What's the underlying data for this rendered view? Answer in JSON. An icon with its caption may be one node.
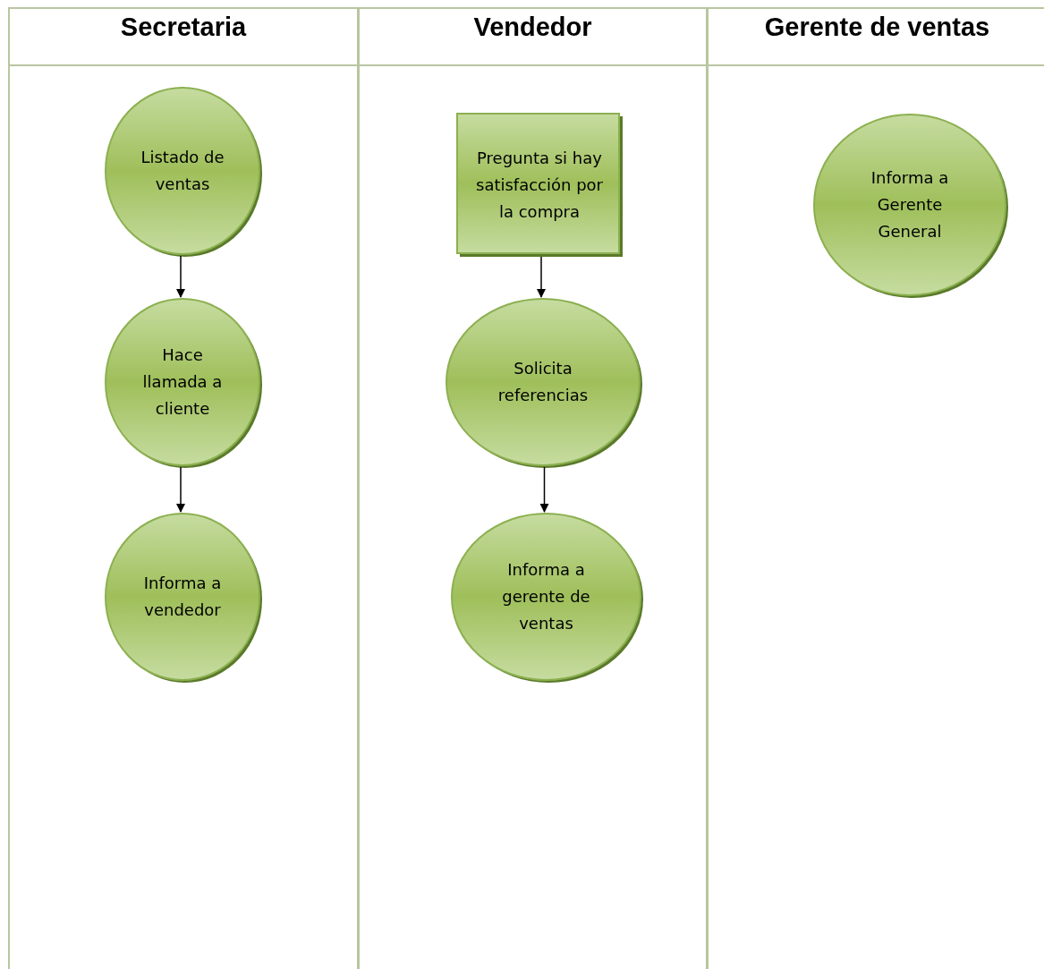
{
  "diagram": {
    "nodes": [
      {
        "text": [
          "Secretaria"
        ]
      },
      {
        "text": [
          "Vendedor"
        ]
      },
      {
        "text": [
          "Gerente de ventas"
        ]
      },
      {
        "text": [
          "Listado de ventas"
        ],
        "in": 0
      },
      {
        "text": [
          "Hace llamada a cliente"
        ],
        "in": 0
      },
      {
        "text": [
          "Informa a vendedor"
        ],
        "in": 0
      },
      {
        "text": [
          "Pregunta si hay satisfacción por la compra"
        ],
        "in": 1
      },
      {
        "text": [
          "Solicita referencias"
        ],
        "in": 1
      },
      {
        "text": [
          "Informa a gerente de ventas"
        ],
        "in": 1
      },
      {
        "text": [
          "Informa a Gerente General"
        ],
        "in": 2
      }
    ],
    "edges": [
      {
        "from": 3,
        "to": 4,
        "arrow": "to"
      },
      {
        "from": 4,
        "to": 5,
        "arrow": "to"
      },
      {
        "from": 6,
        "to": 7,
        "arrow": "to"
      },
      {
        "from": 7,
        "to": 8,
        "arrow": "to"
      }
    ]
  }
}
